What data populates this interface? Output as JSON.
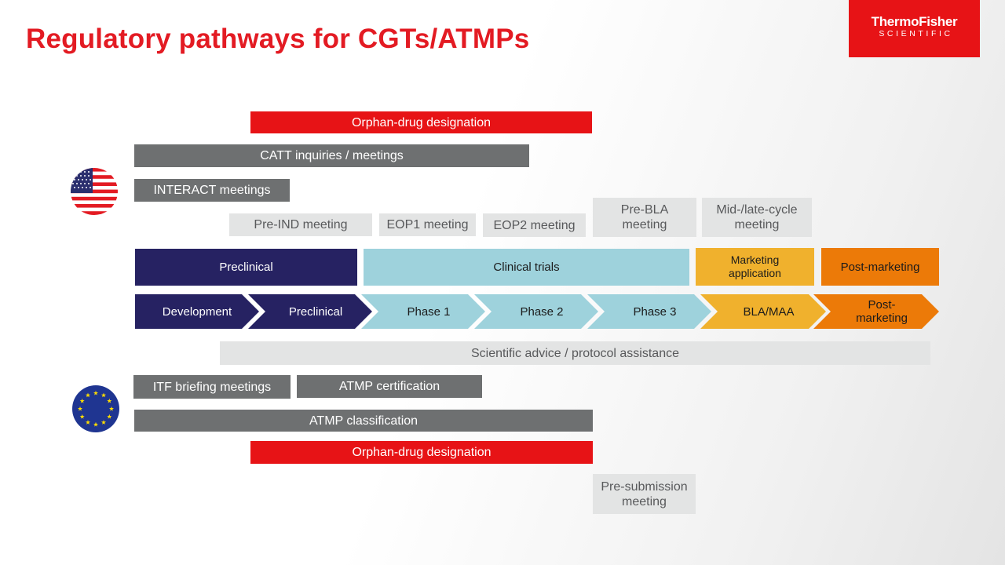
{
  "title": "Regulatory pathways for CGTs/ATMPs",
  "logo": {
    "line1": "ThermoFisher",
    "line2": "SCIENTIFIC"
  },
  "us": {
    "orphan": "Orphan-drug  designation",
    "catt": "CATT inquiries / meetings",
    "interact": "INTERACT meetings",
    "pre_ind": "Pre-IND meeting",
    "eop1": "EOP1 meeting",
    "eop2": "EOP2 meeting",
    "pre_bla": "Pre-BLA meeting",
    "mid_late": "Mid-/late-cycle meeting"
  },
  "stages": {
    "preclinical": "Preclinical",
    "clinical": "Clinical trials",
    "marketing": "Marketing application",
    "post": "Post-marketing"
  },
  "phases": {
    "development": "Development",
    "preclinical": "Preclinical",
    "phase1": "Phase 1",
    "phase2": "Phase 2",
    "phase3": "Phase 3",
    "bla_maa": "BLA/MAA",
    "post": "Post-\nmarketing"
  },
  "eu": {
    "scientific_advice": "Scientific advice / protocol assistance",
    "itf": "ITF  briefing meetings",
    "atmp_cert": "ATMP certification",
    "atmp_class": "ATMP classification",
    "orphan": "Orphan-drug  designation",
    "pre_sub": "Pre-submission meeting"
  },
  "colors": {
    "brand_red": "#e71316",
    "title_red": "#e31b23",
    "navy": "#262262",
    "teal": "#9ed2dc",
    "yellow": "#f0b12d",
    "orange": "#ec7a08",
    "dark_gray": "#6e7071",
    "light_gray": "#e3e4e4"
  },
  "icons": {
    "us_flag": "us-flag-icon",
    "eu_flag": "eu-flag-icon"
  }
}
